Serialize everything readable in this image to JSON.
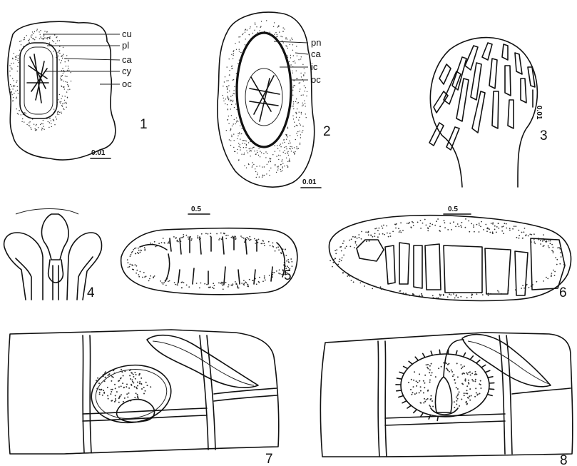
{
  "figures": [
    {
      "number": "1",
      "labels": [
        "cu",
        "pl",
        "ca",
        "cy",
        "oc"
      ],
      "scale": "0.01"
    },
    {
      "number": "2",
      "labels": [
        "pn",
        "ca",
        "ic",
        "oc"
      ],
      "scale": "0.01"
    },
    {
      "number": "3",
      "labels": [],
      "scale": "0.01"
    },
    {
      "number": "4",
      "labels": [],
      "scale": ""
    },
    {
      "number": "5",
      "labels": [],
      "scale": "0.5"
    },
    {
      "number": "6",
      "labels": [],
      "scale": "0.5"
    },
    {
      "number": "7",
      "labels": [],
      "scale": ""
    },
    {
      "number": "8",
      "labels": [],
      "scale": ""
    }
  ],
  "colors": {
    "ink": "#111111",
    "paper": "#ffffff",
    "stipple": "#333333"
  }
}
